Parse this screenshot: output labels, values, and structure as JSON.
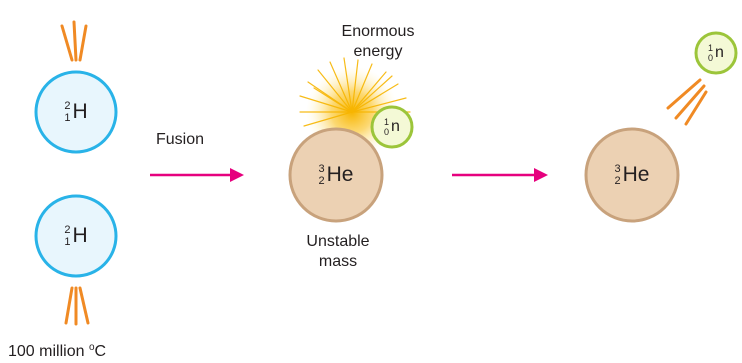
{
  "colors": {
    "hydrogen_fill": "#e8f6fd",
    "hydrogen_stroke": "#29b3e8",
    "helium_fill": "#ecd1b3",
    "helium_stroke": "#c8a27c",
    "neutron_fill": "#f4f9d6",
    "neutron_stroke": "#9cc53a",
    "arrow": "#e6007e",
    "heat_lines": "#f08a24",
    "energy_glow": "#f7b500"
  },
  "labels": {
    "fusion": "Fusion",
    "energy_line1": "Enormous",
    "energy_line2": "energy",
    "unstable_line1": "Unstable",
    "unstable_line2": "mass",
    "temperature": "100 million",
    "temperature_unit": "C",
    "temperature_degree": "o"
  },
  "nuclei": {
    "hydrogen_top": {
      "mass": "2",
      "atomic": "1",
      "symbol": "H"
    },
    "hydrogen_bottom": {
      "mass": "2",
      "atomic": "1",
      "symbol": "H"
    },
    "helium_mid": {
      "mass": "3",
      "atomic": "2",
      "symbol": "He"
    },
    "neutron_mid": {
      "mass": "1",
      "atomic": "0",
      "symbol": "n"
    },
    "helium_right": {
      "mass": "3",
      "atomic": "2",
      "symbol": "He"
    },
    "neutron_right": {
      "mass": "1",
      "atomic": "0",
      "symbol": "n"
    }
  }
}
